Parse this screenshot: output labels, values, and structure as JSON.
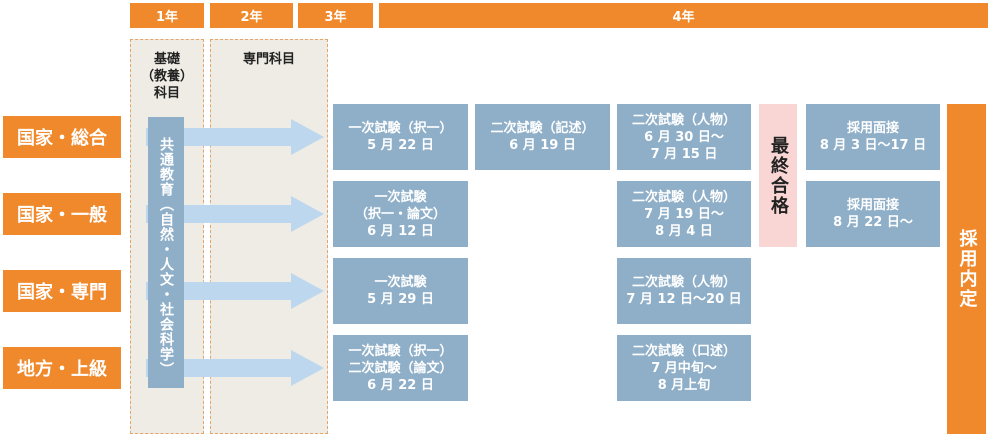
{
  "years": [
    "1年",
    "2年",
    "3年",
    "4年"
  ],
  "panels": {
    "foundation": [
      "基礎",
      "（教養）",
      "科目"
    ],
    "specialized": "専門科目"
  },
  "common_education": "共通教育（自然・人文・社会科学）",
  "routes": [
    "国家・総合",
    "国家・一般",
    "国家・専門",
    "地方・上級"
  ],
  "first_exams": [
    [
      "一次試験（択一）",
      "5 月 22 日"
    ],
    [
      "一次試験",
      "（択一・論文）",
      "6 月 12 日"
    ],
    [
      "一次試験",
      "5 月 29 日"
    ],
    [
      "一次試験（択一）",
      "二次試験（論文）",
      "6 月 22 日"
    ]
  ],
  "second_exam_written": [
    "二次試験（記述）",
    "6 月 19 日"
  ],
  "second_exams": [
    [
      "二次試験（人物）",
      "6 月 30 日～",
      "7 月 15 日"
    ],
    [
      "二次試験（人物）",
      "7 月 19 日～",
      "8 月 4 日"
    ],
    [
      "二次試験（人物）",
      "7 月 12 日～20 日"
    ],
    [
      "二次試験（口述）",
      "7 月中旬～",
      "8 月上旬"
    ]
  ],
  "final_pass": "最終合格",
  "interviews": [
    [
      "採用面接",
      "8 月 3 日～17 日"
    ],
    [
      "採用面接",
      "8 月 22 日～"
    ]
  ],
  "job_offer": "採用内定",
  "colors": {
    "orange": "#F0892B",
    "blue_box": "#8FAFC8",
    "arrow": "#BDD7EE",
    "pink": "#F9D6D4",
    "panel_bg": "#EEECE4"
  }
}
